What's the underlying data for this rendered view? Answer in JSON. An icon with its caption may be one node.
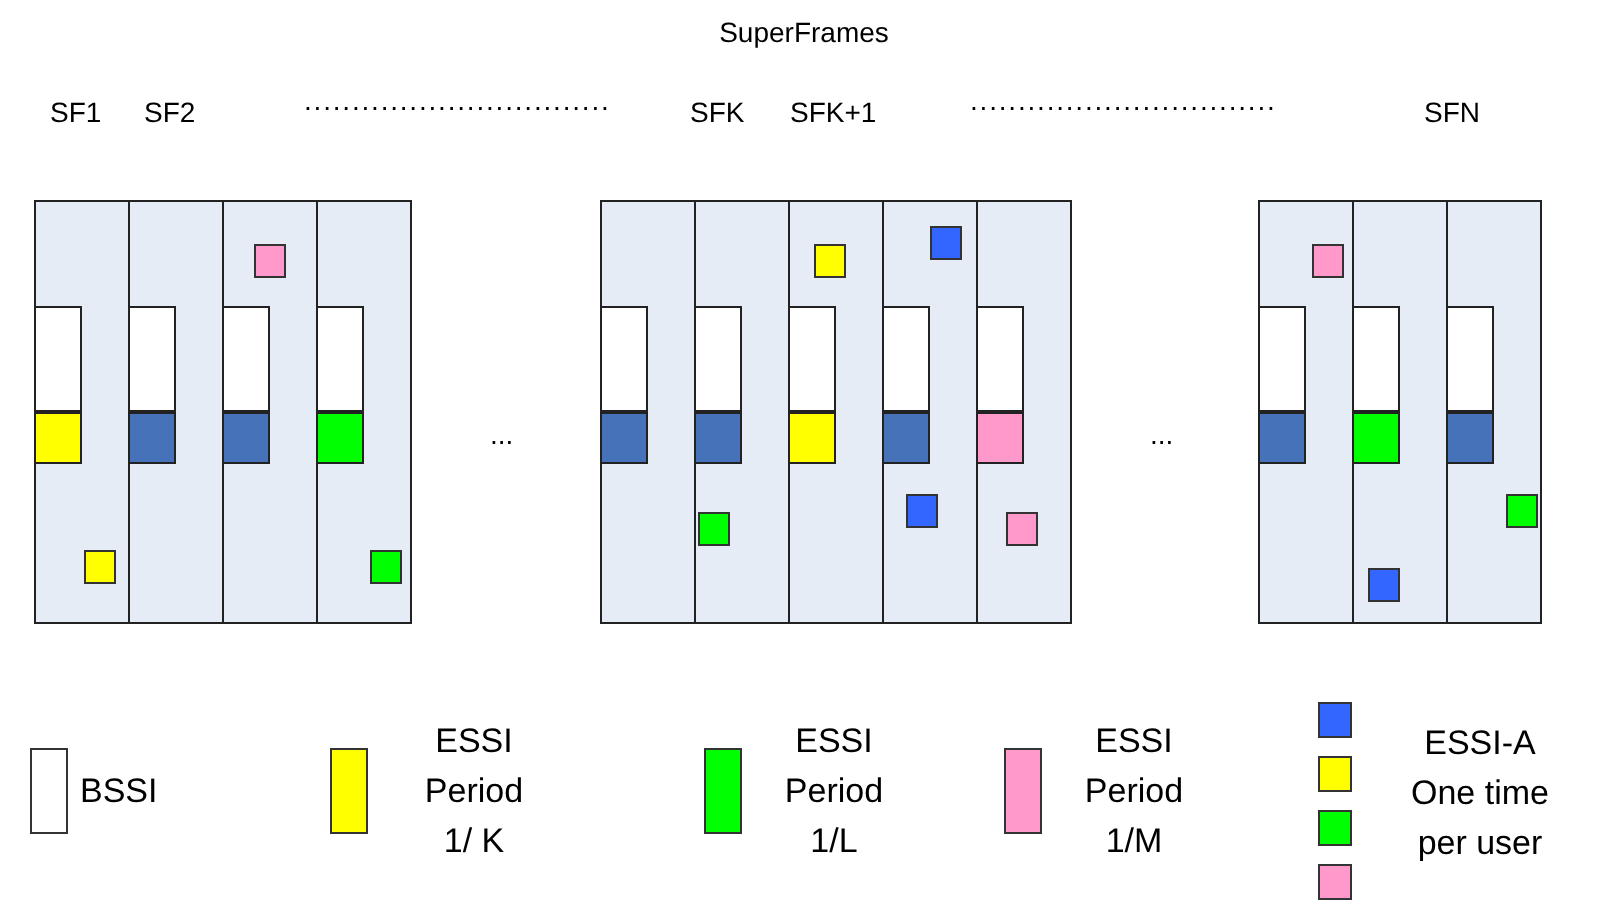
{
  "diagram": {
    "title": "SuperFrames",
    "labels": [
      "SF1",
      "SF2",
      "................................",
      "SFK",
      "SFK+1",
      "................................",
      "SFN",
      "...",
      "..."
    ],
    "legend": [
      {
        "text": "BSSI",
        "color": "#ffffff"
      },
      {
        "text": "ESSI Period 1/ K",
        "color": "#ffff00"
      },
      {
        "text": "ESSI Period 1/L",
        "color": "#00ff00"
      },
      {
        "text": "ESSI Period 1/M",
        "color": "#ff99cc"
      },
      {
        "text": "ESSI-A One time per user"
      }
    ]
  }
}
